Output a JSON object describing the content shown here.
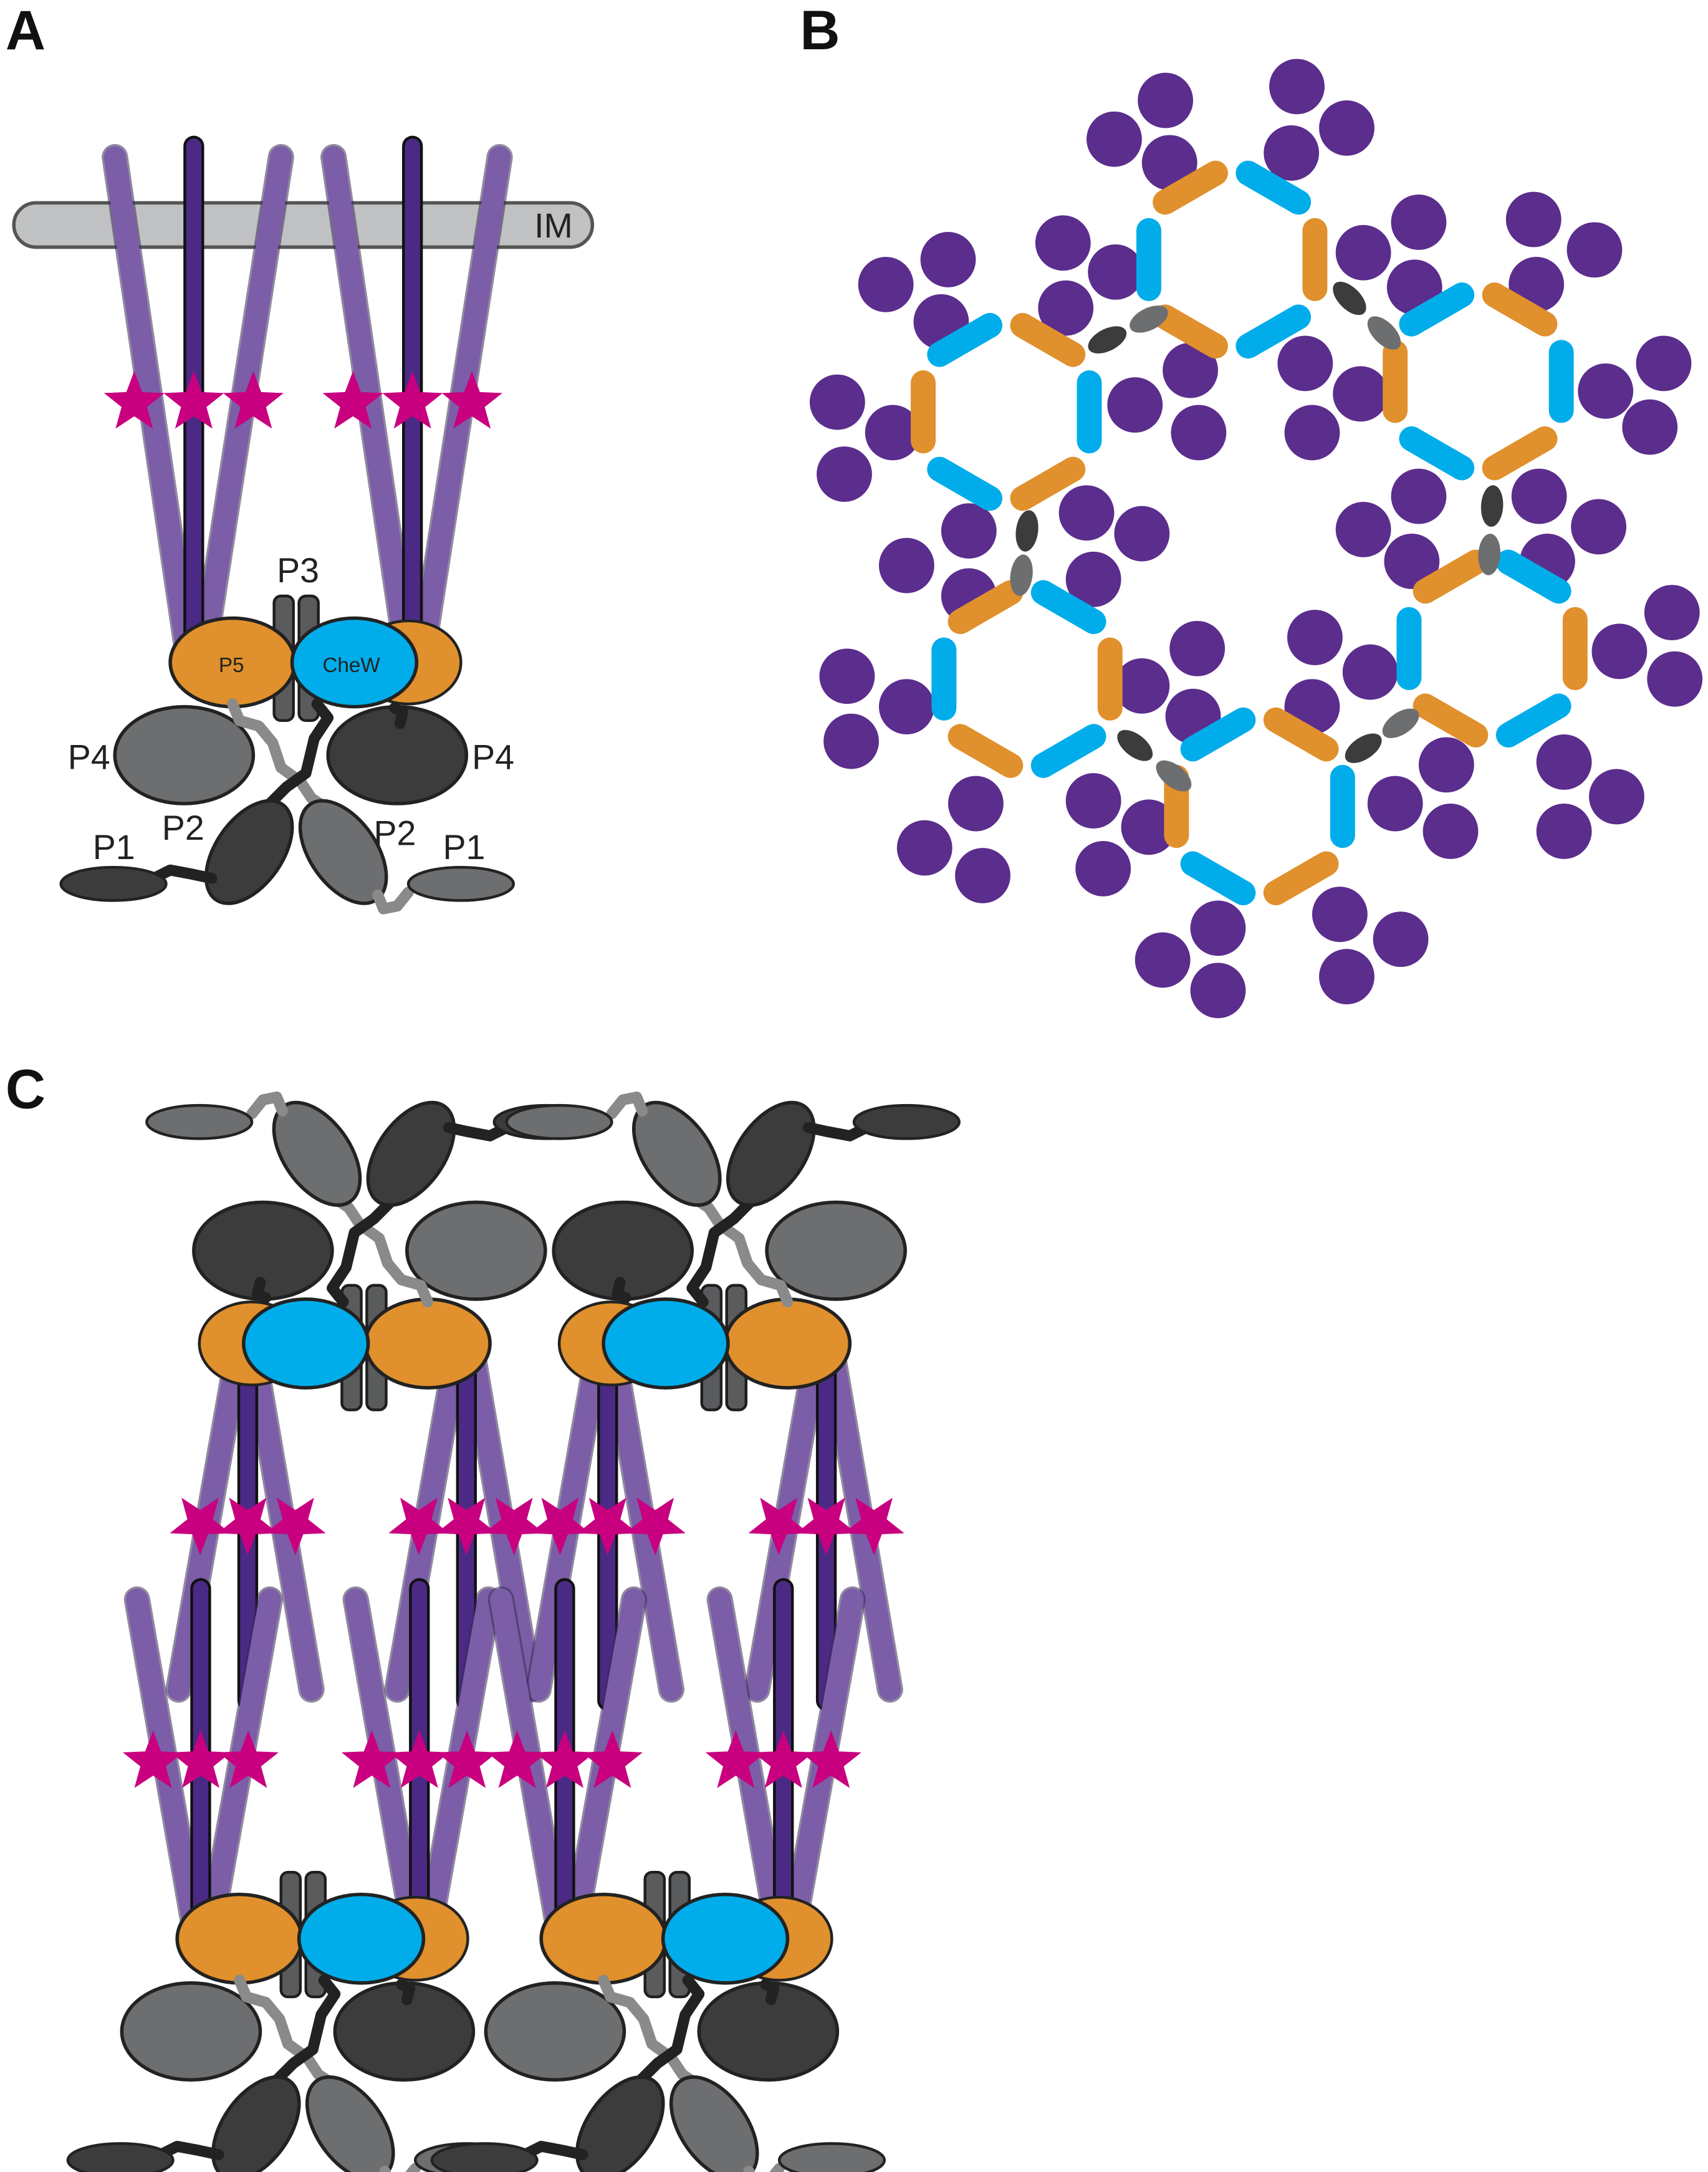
{
  "panels": {
    "a": "A",
    "b": "B",
    "c": "C"
  },
  "panel_a_labels": {
    "membrane": "IM",
    "p3": "P3",
    "p5": "P5",
    "chew": "CheW",
    "p4_left": "P4",
    "p4_right": "P4",
    "p2_left": "P2",
    "p2_right": "P2",
    "p1_left": "P1",
    "p1_right": "P1"
  },
  "colors": {
    "receptor_light": "#7b5ea7",
    "receptor_dark": "#4b2a85",
    "star": "#c8007f",
    "p5_orange": "#e0902c",
    "chew_blue": "#00adea",
    "p4_gray": "#6d6e70",
    "p4_dark": "#3c3c3d",
    "membrane": "#c0c1c3",
    "trimer_purple": "#5b2d8c",
    "linker_dark": "#222222",
    "linker_gray": "#8a8a8a"
  }
}
